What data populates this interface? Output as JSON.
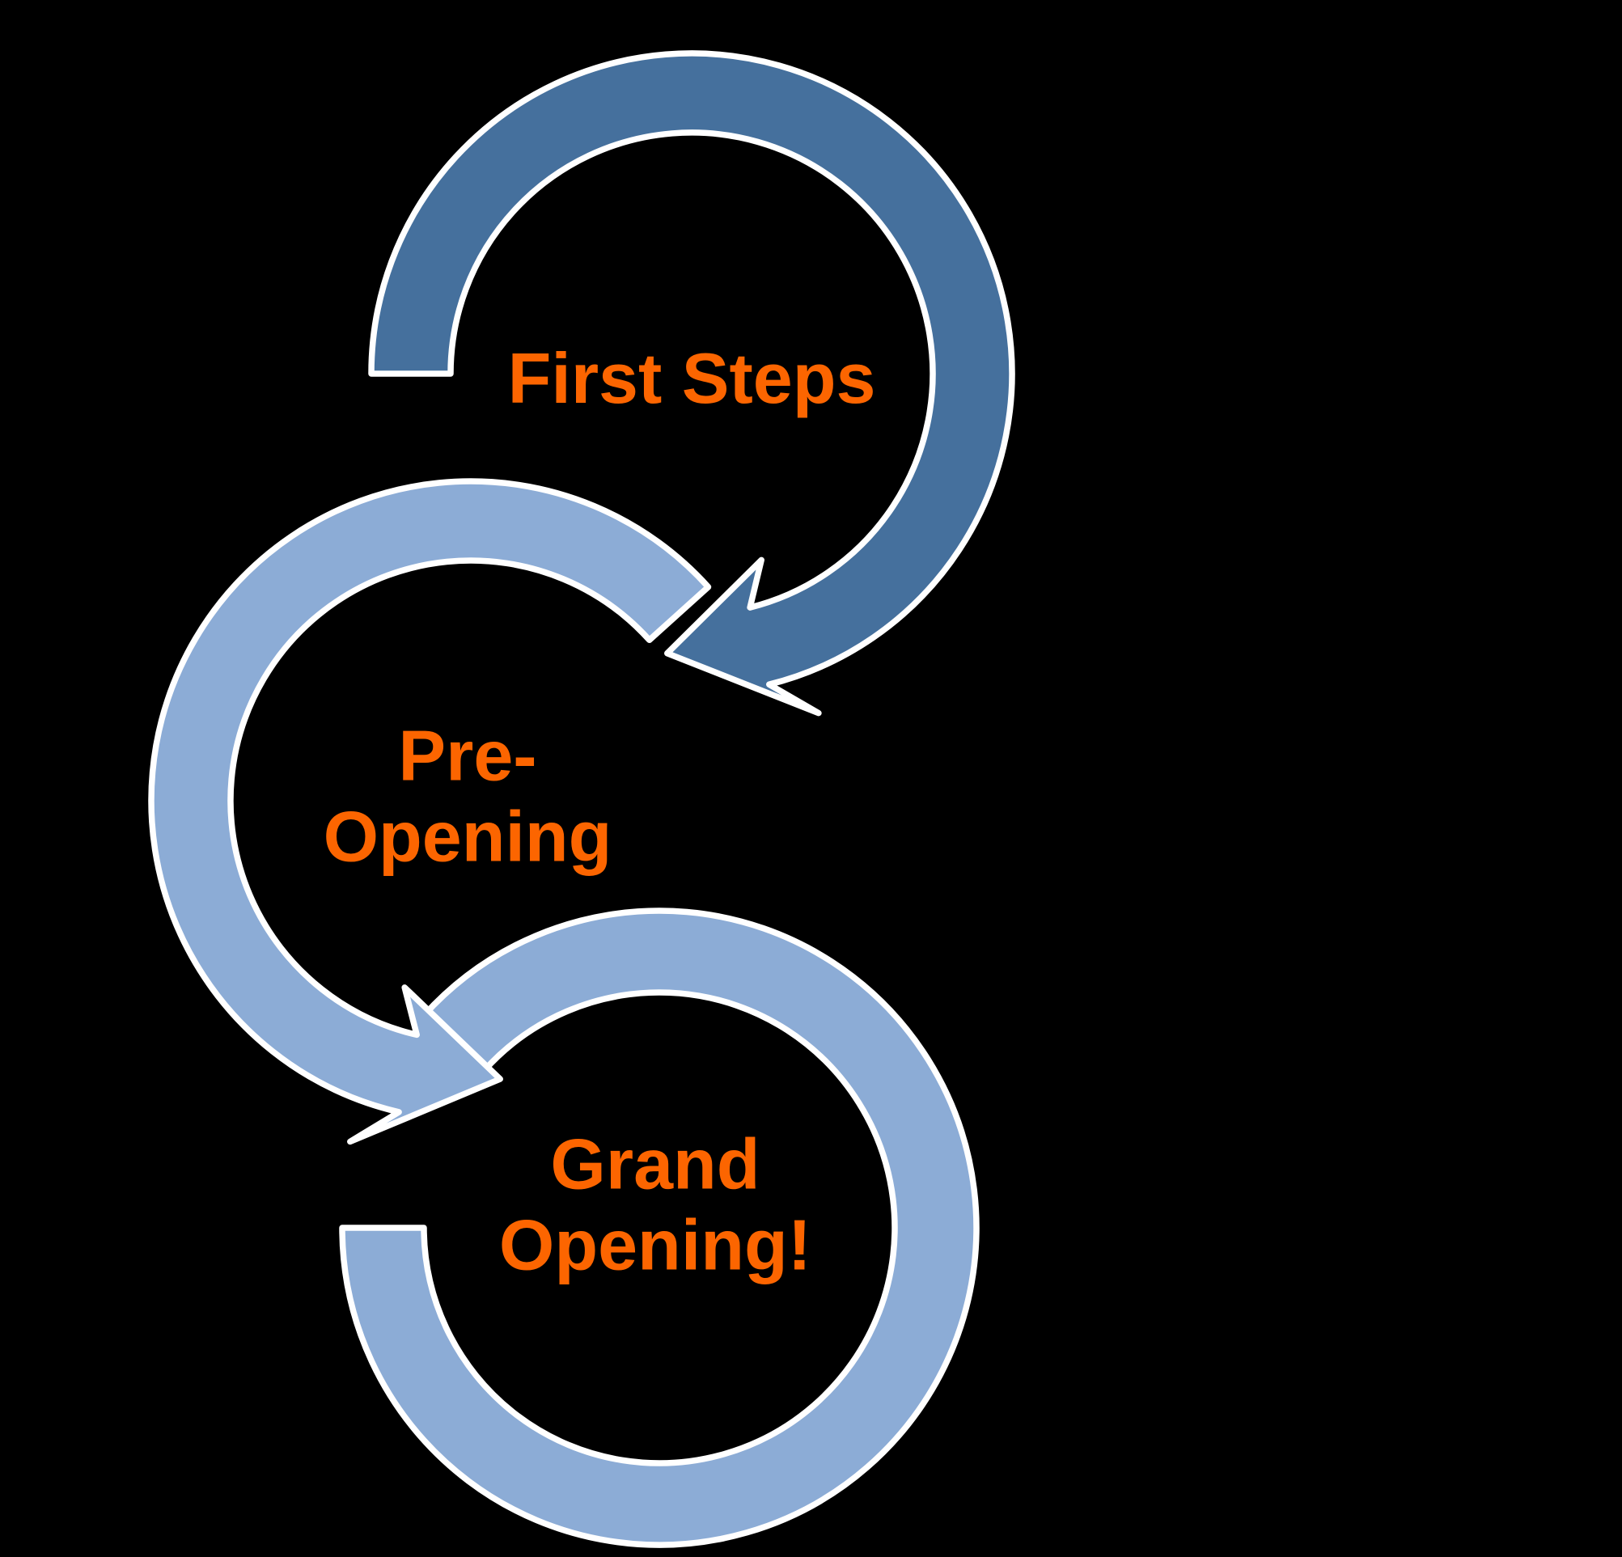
{
  "diagram": {
    "background_color": "#000000",
    "outline_color": "#ffffff",
    "label_color": "#fc6500",
    "steps": [
      {
        "label": "First Steps",
        "arrow_color": "#45709d",
        "shade": "dark-blue"
      },
      {
        "label": "Pre-\nOpening",
        "arrow_color": "#8cacd6",
        "shade": "light-blue"
      },
      {
        "label": "Grand\nOpening!",
        "arrow_color": "#8cacd6",
        "shade": "light-blue"
      }
    ]
  }
}
